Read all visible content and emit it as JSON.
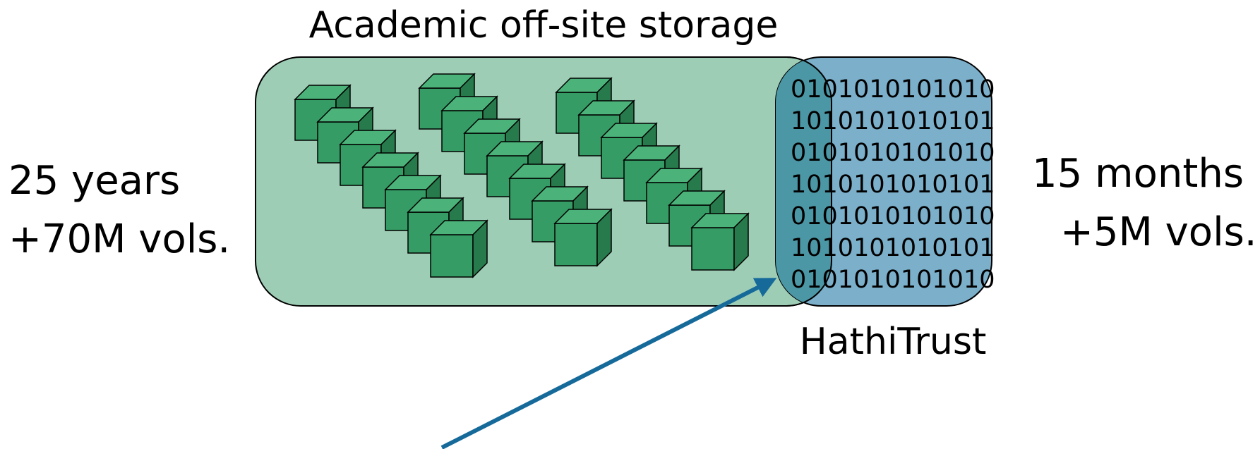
{
  "title": "Academic off-site storage",
  "left_note": {
    "line1": "25 years",
    "line2": "+70M vols."
  },
  "right_note": {
    "line1": "15 months",
    "line2": "+5M vols."
  },
  "digital_label": "HathiTrust",
  "binary_rows": [
    "0101010101010",
    "1010101010101",
    "0101010101010",
    "1010101010101",
    "0101010101010",
    "1010101010101",
    "0101010101010"
  ],
  "colors": {
    "storage_fill": "#9ecdb5",
    "digital_fill": "#6aa7c4",
    "overlap_fill": "#4c97a5",
    "box_front": "#349c64",
    "box_top": "#4bb37a",
    "box_side": "#277a4b",
    "arrow": "#166a9a"
  }
}
